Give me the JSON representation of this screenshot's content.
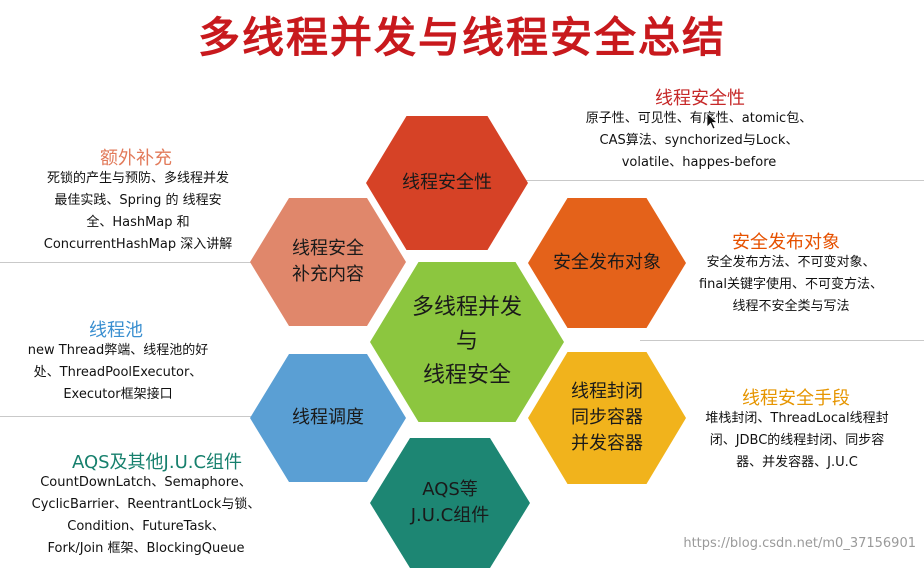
{
  "title": "多线程并发与线程安全总结",
  "hexagons": {
    "center": {
      "label": "多线程并发\n与\n线程安全",
      "color": "#8cc63f"
    },
    "top": {
      "label": "线程安全性",
      "color": "#d64226"
    },
    "upper_right": {
      "label": "安全发布对象",
      "color": "#e4621a"
    },
    "lower_right": {
      "label": "线程封闭\n同步容器\n并发容器",
      "color": "#f1b31c"
    },
    "bottom": {
      "label": "AQS等\nJ.U.C组件",
      "color": "#1d8673"
    },
    "lower_left": {
      "label": "线程调度",
      "color": "#5a9fd4"
    },
    "upper_left": {
      "label": "线程安全\n补充内容",
      "color": "#e0876b"
    }
  },
  "groups": {
    "thread_safety": {
      "heading": "线程安全性",
      "color": "#c62828",
      "body": "原子性、可见性、有序性、atomic包、\nCAS算法、synchorized与Lock、\nvolatile、happes-before"
    },
    "safe_publish": {
      "heading": "安全发布对象",
      "color": "#e65100",
      "body": "安全发布方法、不可变对象、\nfinal关键字使用、不可变方法、\n线程不安全类与写法"
    },
    "thread_safe_means": {
      "heading": "线程安全手段",
      "color": "#e69500",
      "body": "堆栈封闭、ThreadLocal线程封\n闭、JDBC的线程封闭、同步容\n器、并发容器、J.U.C"
    },
    "extra": {
      "heading": "额外补充",
      "color": "#e27b5b",
      "body": "死锁的产生与预防、多线程并发\n最佳实践、Spring 的 线程安\n全、HashMap 和\nConcurrentHashMap 深入讲解"
    },
    "thread_pool": {
      "heading": "线程池",
      "color": "#3a8fd0",
      "body": "new Thread弊端、线程池的好\n处、ThreadPoolExecutor、\nExecutor框架接口"
    },
    "aqs": {
      "heading": "AQS及其他J.U.C组件",
      "color": "#17806d",
      "body": "CountDownLatch、Semaphore、\nCyclicBarrier、ReentrantLock与锁、\nCondition、FutureTask、\nFork/Join 框架、BlockingQueue"
    }
  },
  "watermark": "https://blog.csdn.net/m0_37156901"
}
